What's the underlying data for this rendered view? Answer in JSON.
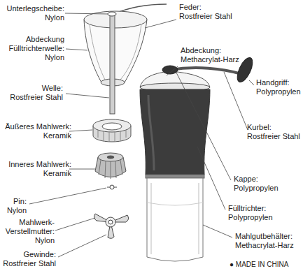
{
  "diagram": {
    "labels": [
      "Unterlegscheibe: Nylon",
      "Abdeckung Fülltrichterwelle: Nylon",
      "Welle: Rostfreier Stahl",
      "Äußeres Mahlwerk: Keramik",
      "Inneres Mahlwerk: Keramik",
      "Pin: Nylon",
      "Mahlwerk-Verstellmutter: Nylon",
      "Gewinde: Rostfreier Stahl",
      "Feder: Rostfreier Stahl",
      "Abdeckung: Methacrylat-Harz",
      "Handgriff: Polypropylen",
      "Kurbel: Rostfreier Stahl",
      "Kappe: Polypropylen",
      "Fülltrichter: Polypropylen",
      "Mahlgutbehälter: Methacrylat-Harz",
      "● MADE IN CHINA"
    ]
  }
}
